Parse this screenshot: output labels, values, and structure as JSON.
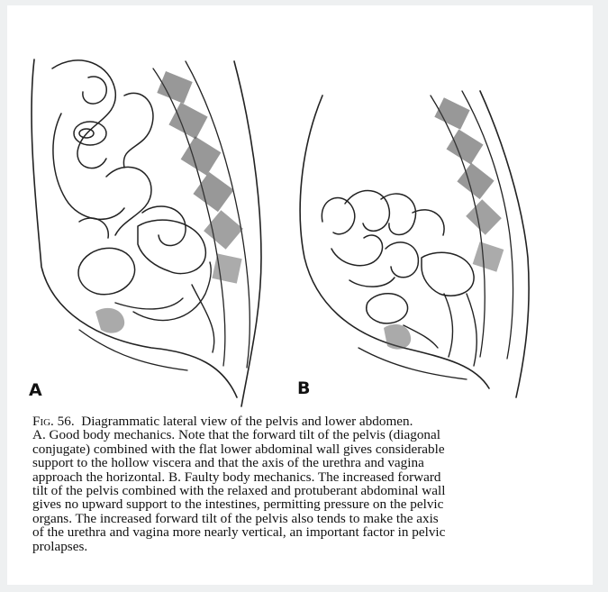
{
  "figure": {
    "panel_a_label": "A",
    "panel_b_label": "B"
  },
  "caption": {
    "fig_label": "Fig. 56.",
    "lines": [
      "Diagrammatic lateral view of the pelvis and lower abdomen.",
      "A. Good body mechanics.  Note that the forward tilt of the pelvis (diagonal",
      "conjugate) combined with the flat lower abdominal wall gives considerable",
      "support to the hollow viscera and that the axis of the urethra and vagina",
      "approach the horizontal.  B. Faulty body mechanics.  The increased forward",
      "tilt of the pelvis combined with the relaxed and protuberant abdominal wall",
      "gives no upward support to the intestines, permitting pressure on the pelvic",
      "organs.  The increased forward tilt of the pelvis also tends to make the axis",
      "of the urethra and vagina more nearly vertical, an important factor in pelvic",
      "prolapses."
    ]
  }
}
